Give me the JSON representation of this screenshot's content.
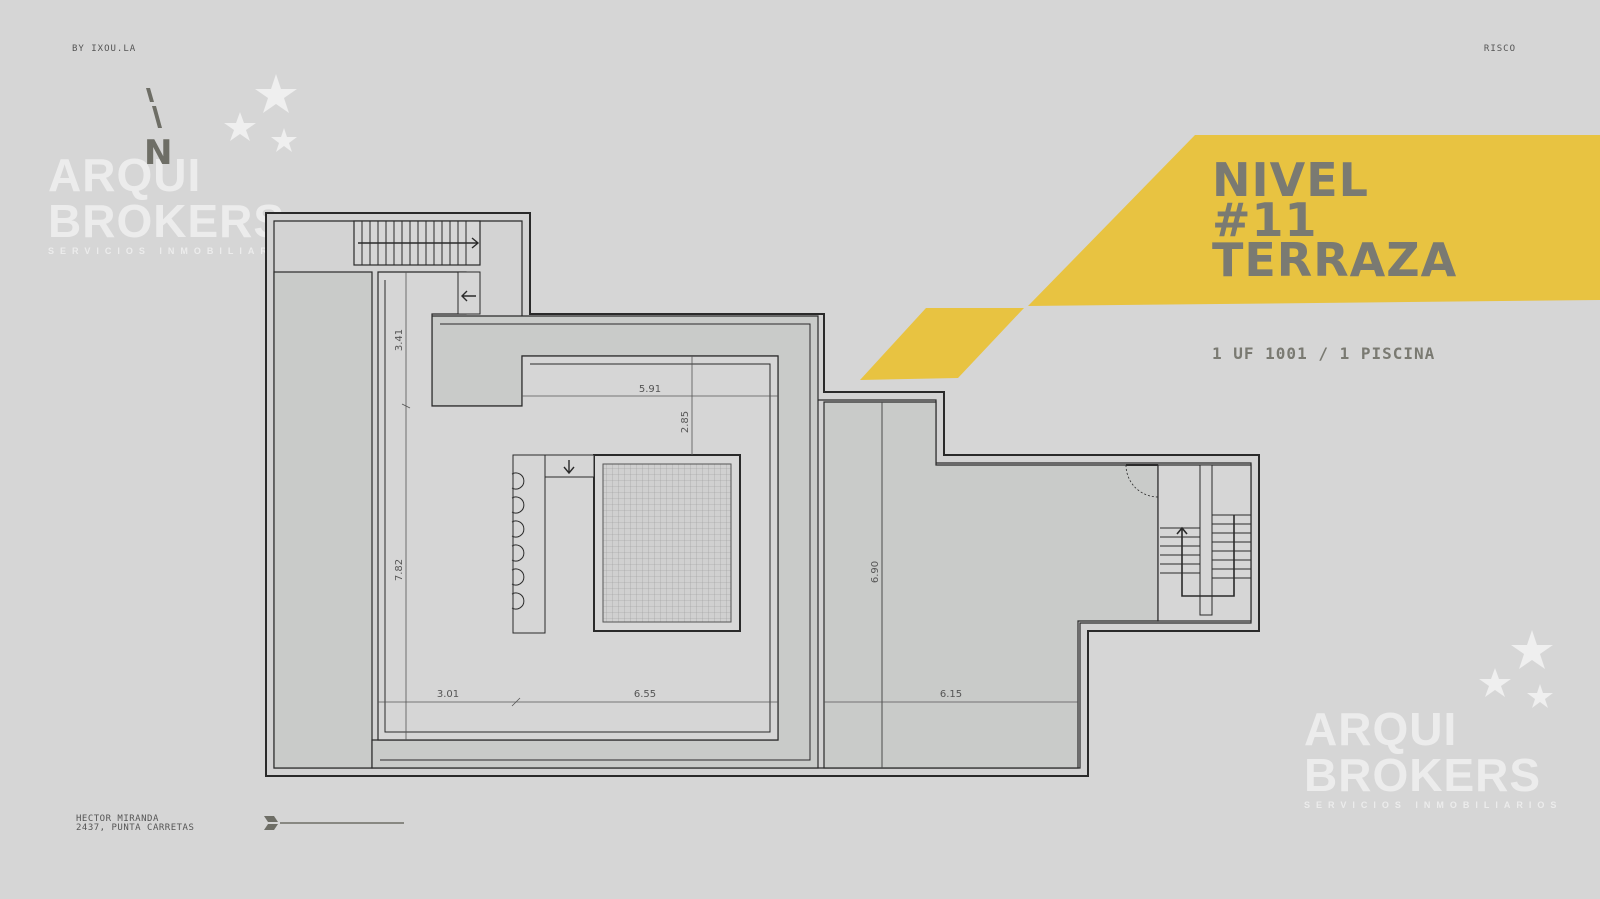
{
  "header": {
    "credit": "BY IXOU.LA",
    "project": "RISCO"
  },
  "title": {
    "line1": "NIVEL",
    "line2": "#11",
    "line3": "TERRAZA"
  },
  "subtitle": "1 UF 1001 / 1 PISCINA",
  "address": {
    "line1": "HECTOR MIRANDA",
    "line2": "2437, PUNTA CARRETAS"
  },
  "compass": {
    "label": "N"
  },
  "watermark": {
    "line1": "ARQUI",
    "line2": "BROKERS",
    "tagline": "SERVICIOS INMOBILIARIOS"
  },
  "dimensions": {
    "d1": "3.41",
    "d2": "5.91",
    "d3": "2.85",
    "d4": "7.82",
    "d5": "6.90",
    "d6": "3.01",
    "d7": "6.55",
    "d8": "6.15"
  },
  "colors": {
    "background": "#d6d6d6",
    "accent_yellow": "#e8c341",
    "title_gray": "#7a7a72",
    "wall": "#2a2a2a",
    "floor_fill": "#c9cbc9"
  }
}
